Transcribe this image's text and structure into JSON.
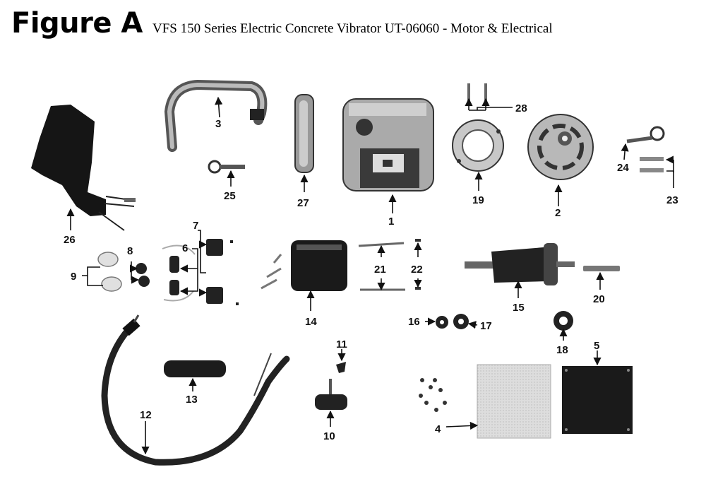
{
  "figure_title": "Figure A",
  "figure_subtitle": "VFS 150 Series Electric Concrete Vibrator UT-06060 - Motor & Electrical",
  "parts": [
    {
      "id": "p1",
      "label": "1"
    },
    {
      "id": "p2",
      "label": "2"
    },
    {
      "id": "p3",
      "label": "3"
    },
    {
      "id": "p4",
      "label": "4"
    },
    {
      "id": "p5",
      "label": "5"
    },
    {
      "id": "p6",
      "label": "6"
    },
    {
      "id": "p7",
      "label": "7"
    },
    {
      "id": "p8",
      "label": "8"
    },
    {
      "id": "p9",
      "label": "9"
    },
    {
      "id": "p10",
      "label": "10"
    },
    {
      "id": "p11",
      "label": "11"
    },
    {
      "id": "p12",
      "label": "12"
    },
    {
      "id": "p13",
      "label": "13"
    },
    {
      "id": "p14",
      "label": "14"
    },
    {
      "id": "p15",
      "label": "15"
    },
    {
      "id": "p16",
      "label": "16"
    },
    {
      "id": "p17",
      "label": "17"
    },
    {
      "id": "p18",
      "label": "18"
    },
    {
      "id": "p19",
      "label": "19"
    },
    {
      "id": "p20",
      "label": "20"
    },
    {
      "id": "p21",
      "label": "21"
    },
    {
      "id": "p22",
      "label": "22"
    },
    {
      "id": "p23",
      "label": "23"
    },
    {
      "id": "p24",
      "label": "24"
    },
    {
      "id": "p25",
      "label": "25"
    },
    {
      "id": "p26",
      "label": "26"
    },
    {
      "id": "p27",
      "label": "27"
    },
    {
      "id": "p28",
      "label": "28"
    }
  ]
}
